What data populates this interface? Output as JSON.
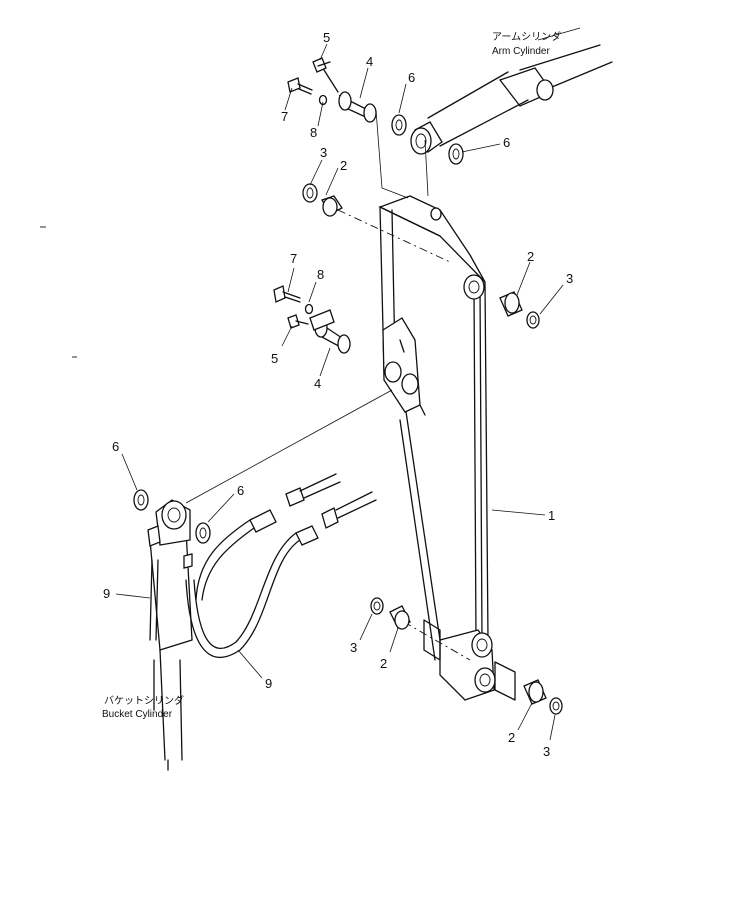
{
  "captions": {
    "arm_cylinder_jp": "アームシリンダ",
    "arm_cylinder_en": "Arm Cylinder",
    "bucket_cylinder_jp": "バケットシリンダ",
    "bucket_cylinder_en": "Bucket Cylinder"
  },
  "callouts": {
    "c1": "1",
    "c2a": "2",
    "c2b": "2",
    "c2c": "2",
    "c2d": "2",
    "c3a": "3",
    "c3b": "3",
    "c3c": "3",
    "c3d": "3",
    "c4a": "4",
    "c4b": "4",
    "c5a": "5",
    "c5b": "5",
    "c6a": "6",
    "c6b": "6",
    "c6c": "6",
    "c6d": "6",
    "c7a": "7",
    "c7b": "7",
    "c8a": "8",
    "c8b": "8",
    "c9a": "9",
    "c9b": "9"
  }
}
